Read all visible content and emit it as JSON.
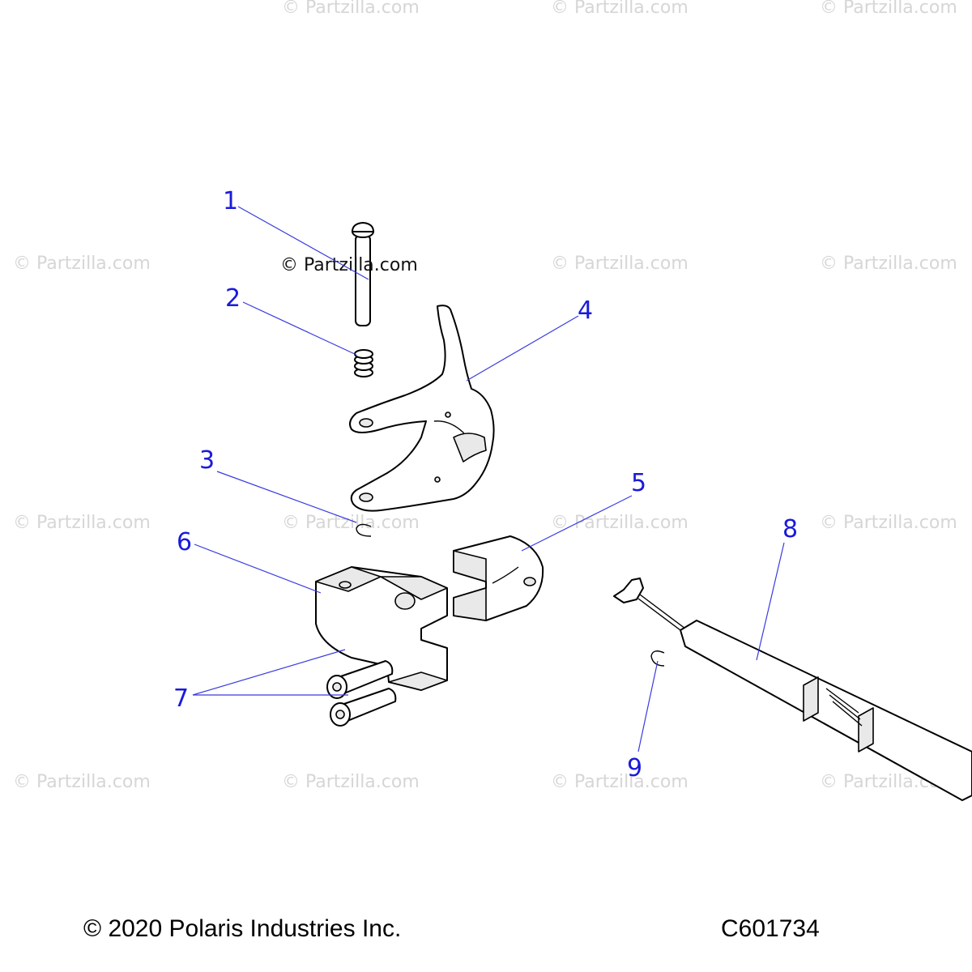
{
  "watermark_text": "© Partzilla.com",
  "callouts": [
    "1",
    "2",
    "3",
    "4",
    "5",
    "6",
    "7",
    "8",
    "9"
  ],
  "copyright": "© 2020 Polaris Industries Inc.",
  "drawing_number": "C601734"
}
